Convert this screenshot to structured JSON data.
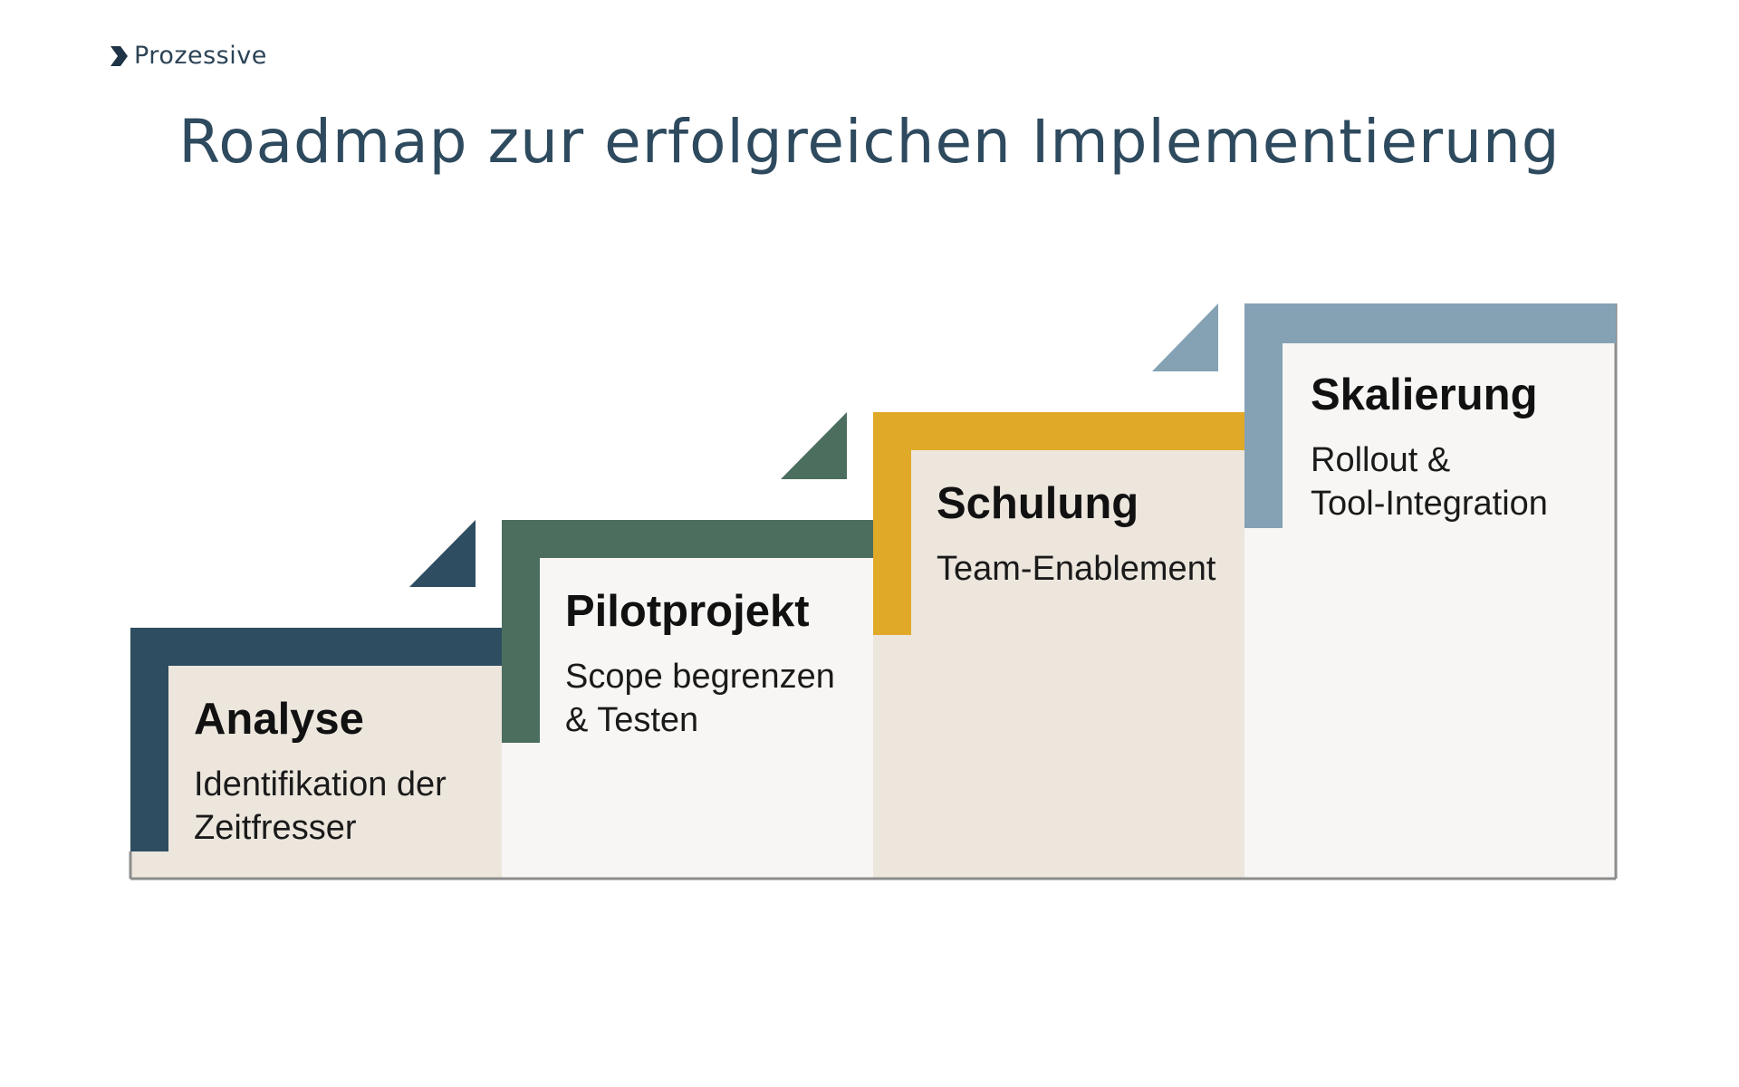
{
  "brand": {
    "name": "Prozessive",
    "icon": "chevron-right-icon"
  },
  "page": {
    "title": "Roadmap zur erfolgreichen Implementierung"
  },
  "colors": {
    "analyse": "#2e4d60",
    "pilotprojekt": "#4c6e5f",
    "schulung": "#e0a928",
    "skalierung": "#85a2b4",
    "panel_beige": "#ece6dd",
    "panel_light": "#f7f6f4",
    "title_text": "#2e4a5e"
  },
  "steps": [
    {
      "title": "Analyse",
      "desc_line1": "Identifikation der",
      "desc_line2": "Zeitfresser"
    },
    {
      "title": "Pilotprojekt",
      "desc_line1": "Scope begrenzen",
      "desc_line2": "& Testen"
    },
    {
      "title": "Schulung",
      "desc_line1": "Team-Enablement",
      "desc_line2": ""
    },
    {
      "title": "Skalierung",
      "desc_line1": "Rollout &",
      "desc_line2": "Tool-Integration"
    }
  ]
}
